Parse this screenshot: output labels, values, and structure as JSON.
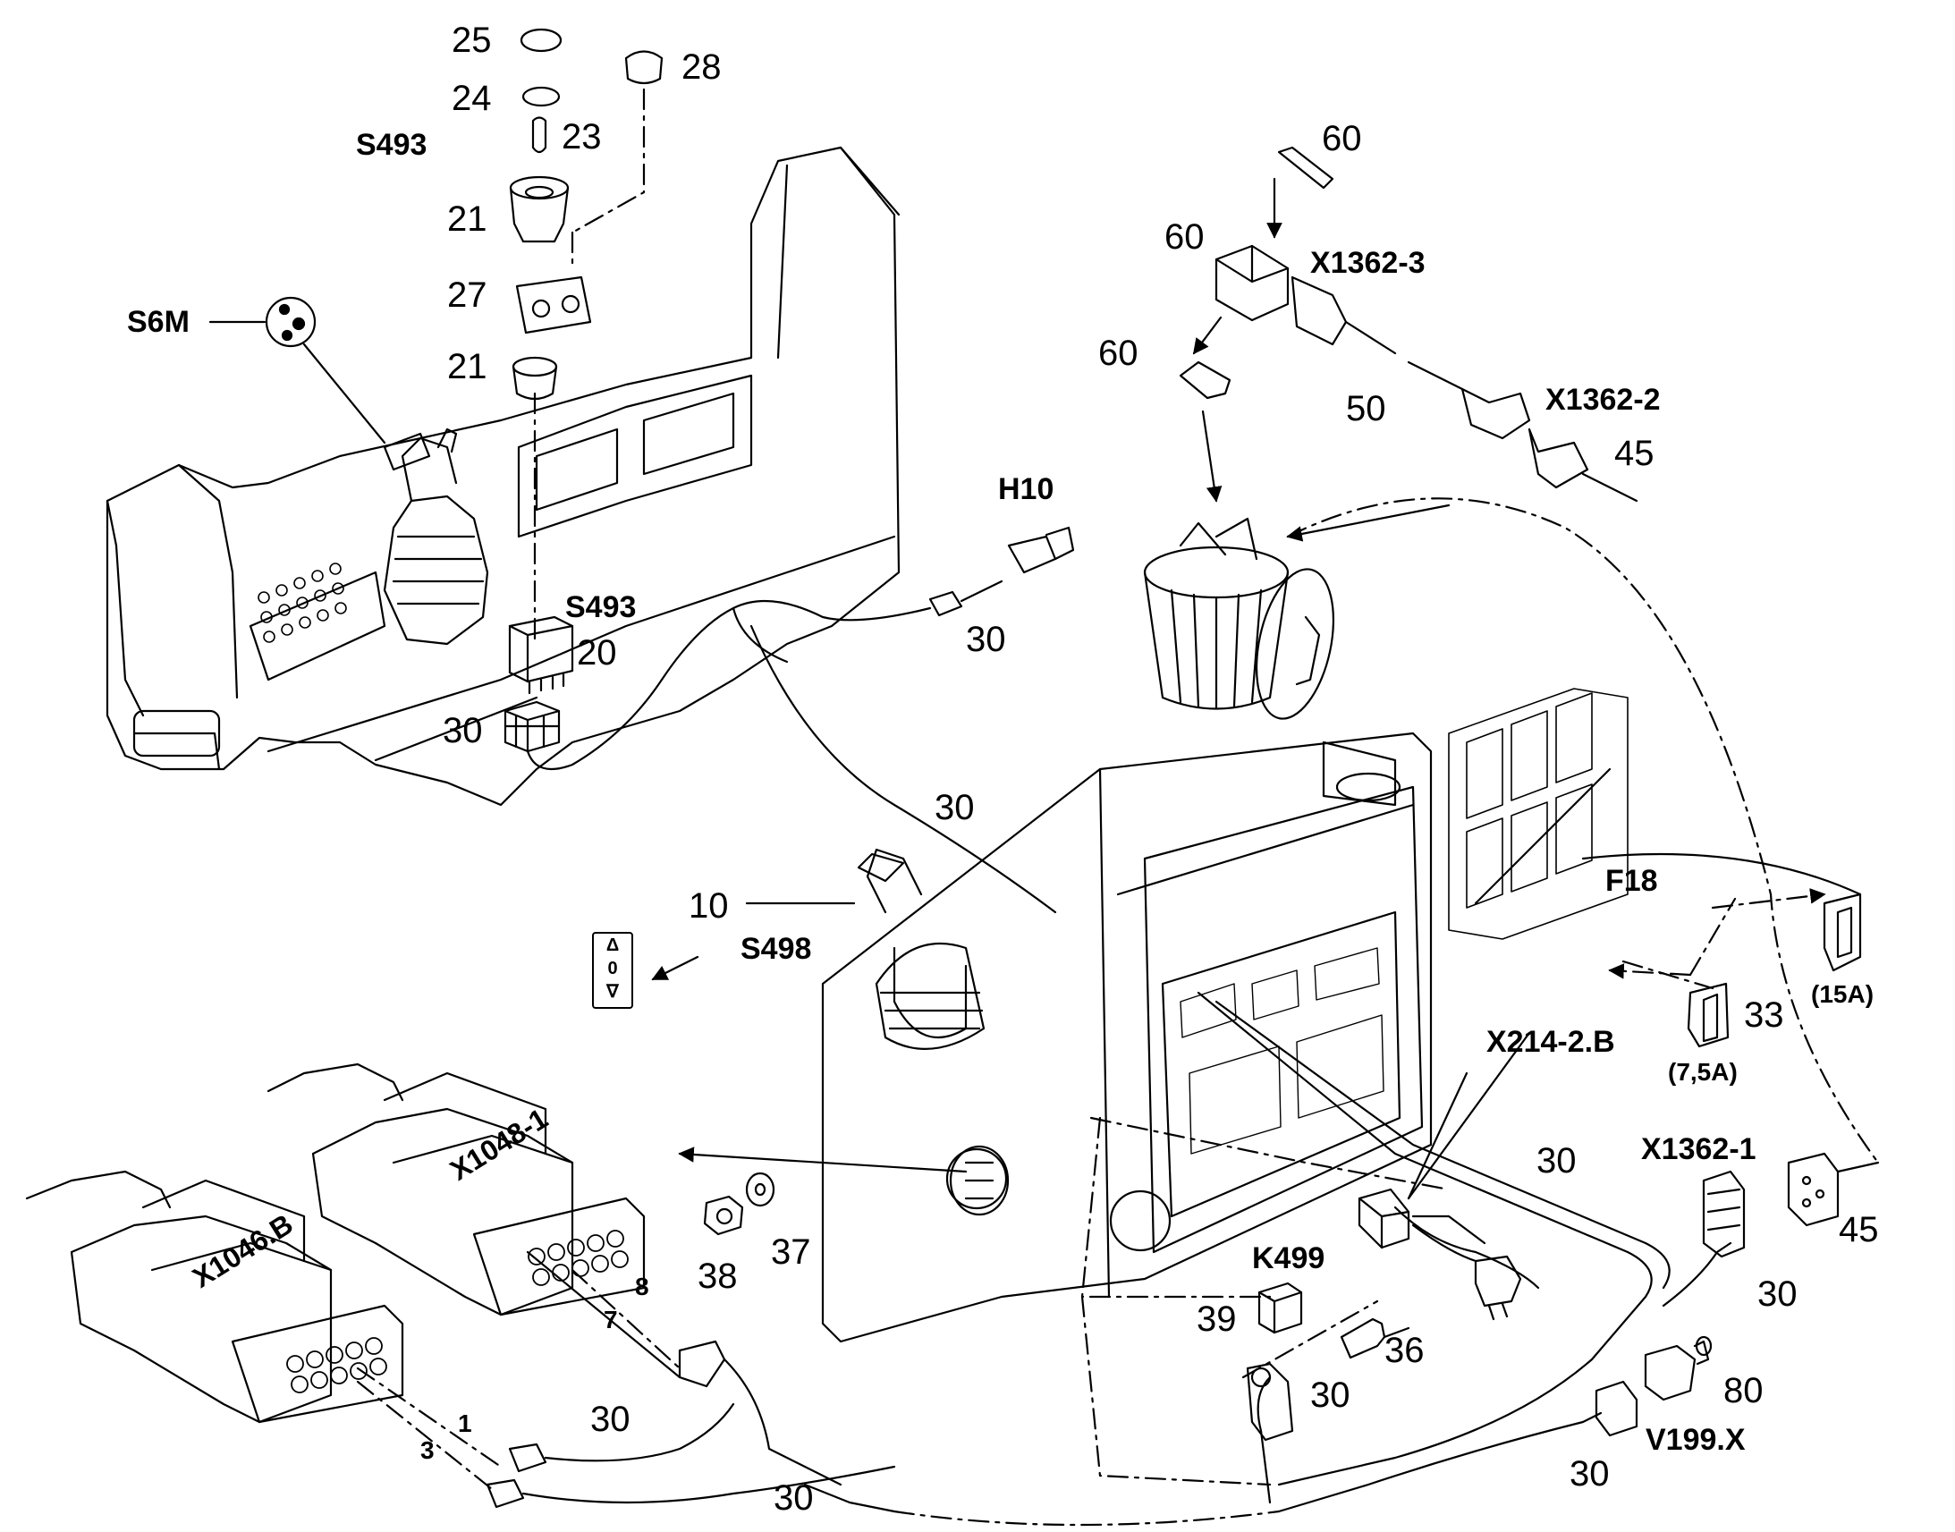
{
  "diagram": {
    "labels": {
      "p25": "25",
      "p24": "24",
      "p28": "28",
      "s493_top": "S493",
      "p23": "23",
      "p21a": "21",
      "p27": "27",
      "p21b": "21",
      "s6m": "S6M",
      "p60a": "60",
      "p60b": "60",
      "p60c": "60",
      "x1362_3": "X1362-3",
      "p50": "50",
      "x1362_2": "X1362-2",
      "p45a": "45",
      "h10": "H10",
      "p30_h10": "30",
      "s493_mid": "S493",
      "p20": "20",
      "p30_relay": "30",
      "p30_cable": "30",
      "p10": "10",
      "s498": "S498",
      "f18": "F18",
      "fuse15": "(15A)",
      "p33": "33",
      "fuse75": "(7,5A)",
      "x214": "X214-2.B",
      "p30_x214": "30",
      "x1362_1": "X1362-1",
      "p45b": "45",
      "p30_x1362_1": "30",
      "k499": "K499",
      "p39": "39",
      "p36": "36",
      "p30_k499": "30",
      "p80": "80",
      "v199": "V199.X",
      "p30_v199": "30",
      "p38": "38",
      "p37": "37",
      "x1048": "X1048-1",
      "x1046": "X1046.B",
      "pin8": "8",
      "pin7": "7",
      "pin1": "1",
      "pin3": "3",
      "p30_left": "30",
      "p30_bottom": "30"
    },
    "switch_symbol": {
      "up": "Δ",
      "mid": "0",
      "down": "∇"
    }
  }
}
